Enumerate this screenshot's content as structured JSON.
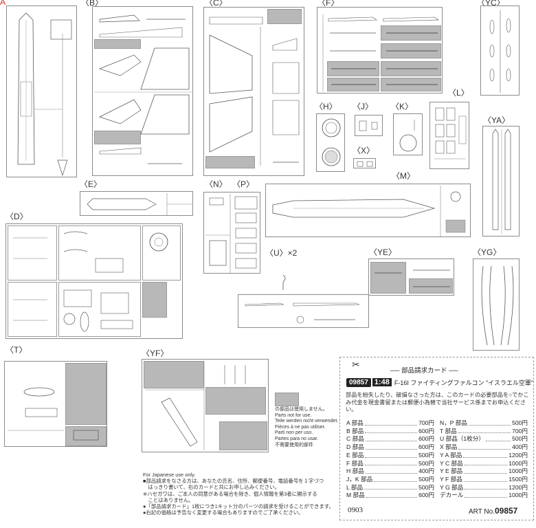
{
  "labels": {
    "A": "A",
    "B": "〈B〉",
    "C": "〈C〉",
    "F": "〈F〉",
    "YC": "〈YC〉",
    "H": "〈H〉",
    "J": "〈J〉",
    "K": "〈K〉",
    "L": "〈L〉",
    "X": "〈X〉",
    "YA": "〈YA〉",
    "E": "〈E〉",
    "N": "〈N〉",
    "P": "〈P〉",
    "M": "〈M〉",
    "D": "〈D〉",
    "YE": "〈YE〉",
    "YG": "〈YG〉",
    "U": "〈U〉×2",
    "T": "〈T〉",
    "YF": "〈YF〉"
  },
  "legend": {
    "lines": [
      "の部品は使用しません。",
      "Parts not for use.",
      "Teile werden nicht verwendet.",
      "Pièces à ne pas utiliser.",
      "Parti non per uso.",
      "Partes para no usar.",
      "不需要使用的部件"
    ]
  },
  "japanese_note": {
    "lines": [
      "For Japanese use only.",
      "■部品請求をなさる方は、あなたの氏名、住所、郵便番号、電話番号を１字づつ",
      "　はっきり書いて、右のカードと共にお申し込みください。",
      "※ハセガワは、ご本人の同意がある場合を除き、個人情報を第3者に開示する",
      "　ことはありません。",
      "●「部品請求カード」1枚につき1キット分のパーツの請求を受けることができます。",
      "●右記の価格は予告なく変更する場合もありますのでご了承ください。"
    ]
  },
  "card": {
    "title": "── 部品請求カード ──",
    "number": "09857",
    "scale": "1:48",
    "name": "F-16I ファイティングファルコン \"イスラエル空軍\"",
    "desc": "部品を紛失したり、破損なさった方は、このカードの必要部品を○でかこみ代金を現金書留または郵便小為替で当社サービス係までお申込ください。",
    "left_parts": [
      {
        "name": "A 部品",
        "price": "700円"
      },
      {
        "name": "B 部品",
        "price": "600円"
      },
      {
        "name": "C 部品",
        "price": "600円"
      },
      {
        "name": "D 部品",
        "price": "600円"
      },
      {
        "name": "E 部品",
        "price": "500円"
      },
      {
        "name": "F 部品",
        "price": "500円"
      },
      {
        "name": "H 部品",
        "price": "400円"
      },
      {
        "name": "J，K 部品",
        "price": "500円"
      },
      {
        "name": "L 部品",
        "price": "500円"
      },
      {
        "name": "M 部品",
        "price": "600円"
      }
    ],
    "right_parts": [
      {
        "name": "N，P 部品",
        "price": "500円"
      },
      {
        "name": "T 部品",
        "price": "700円"
      },
      {
        "name": "U 部品（1枚分）",
        "price": "500円"
      },
      {
        "name": "X 部品",
        "price": "400円"
      },
      {
        "name": "Y A 部品",
        "price": "1200円"
      },
      {
        "name": "Y C 部品",
        "price": "1000円"
      },
      {
        "name": "Y E 部品",
        "price": "1000円"
      },
      {
        "name": "Y F 部品",
        "price": "1500円"
      },
      {
        "name": "Y G 部品",
        "price": "1200円"
      },
      {
        "name": "デカール",
        "price": "1000円"
      }
    ],
    "code": "0903",
    "art_prefix": "ART No.",
    "art_no": "09857"
  },
  "colors": {
    "frame": "#8a8a8a",
    "unused_gray": "#b8b8b8",
    "label_red": "#d22a2a"
  }
}
